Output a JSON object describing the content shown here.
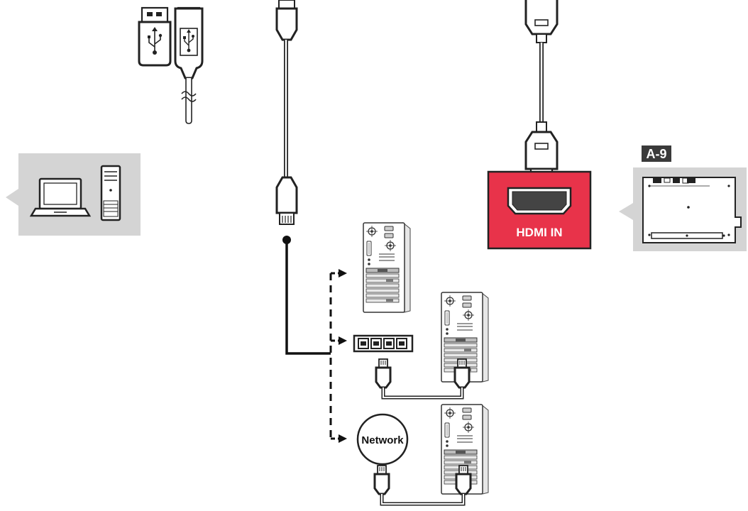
{
  "labels": {
    "hdmi_port": "HDMI IN",
    "section_tag": "A-9",
    "network_node": "Network"
  },
  "colors": {
    "hdmi_panel": "#e8334a",
    "panel_gray": "#d4d4d4",
    "tag_bg": "#3a3a3a",
    "line": "#1a1a1a",
    "cable_light": "#555555"
  },
  "icons": [
    "usb-flash-drive-icon",
    "usb-cable-connector-icon",
    "laptop-icon",
    "desktop-tower-icon",
    "lan-cable-connector-icon",
    "hdmi-cable-connector-icon",
    "hdmi-port-icon",
    "circuit-board-icon",
    "network-switch-icon",
    "computer-tower-icon"
  ]
}
